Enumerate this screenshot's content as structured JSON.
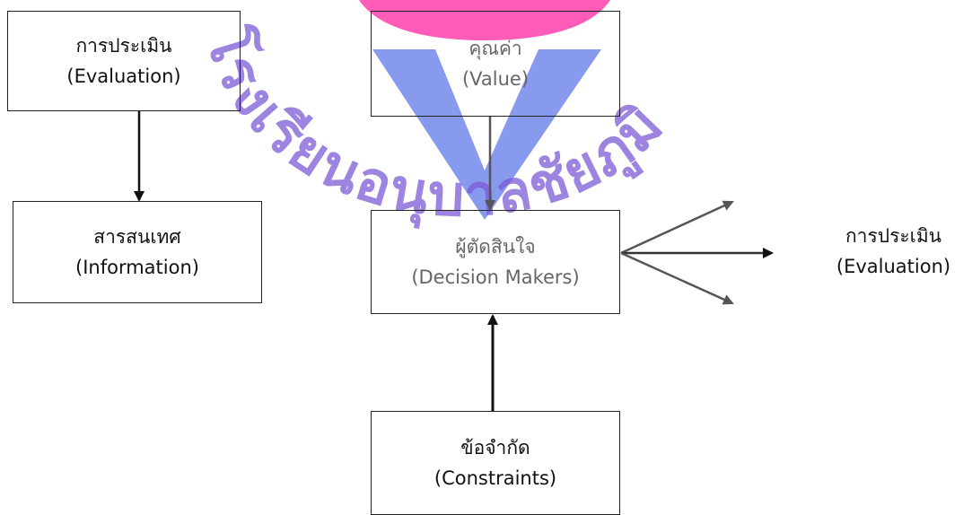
{
  "watermark": {
    "text": "โรงเรียนอนุบาลชัยภูมิ",
    "colors": {
      "violet": "#7b5bd6",
      "pink": "#ff3fae",
      "blue": "#5f78e8"
    }
  },
  "nodes": {
    "evaluation_input": {
      "th": "การประเมิน",
      "en": "(Evaluation)"
    },
    "information": {
      "th": "สารสนเทศ",
      "en": "(Information)"
    },
    "value": {
      "th": "คุณค่า",
      "en": "(Value)"
    },
    "decision_makers": {
      "th": "ผู้ตัดสินใจ",
      "en": "(Decision Makers)"
    },
    "constraints": {
      "th": "ข้อจำกัด",
      "en": "(Constraints)"
    },
    "evaluation_output": {
      "th": "การประเมิน",
      "en": "(Evaluation)"
    }
  },
  "colors": {
    "border": "#222222",
    "arrow_dark": "#111111",
    "arrow_grey": "#555555"
  }
}
